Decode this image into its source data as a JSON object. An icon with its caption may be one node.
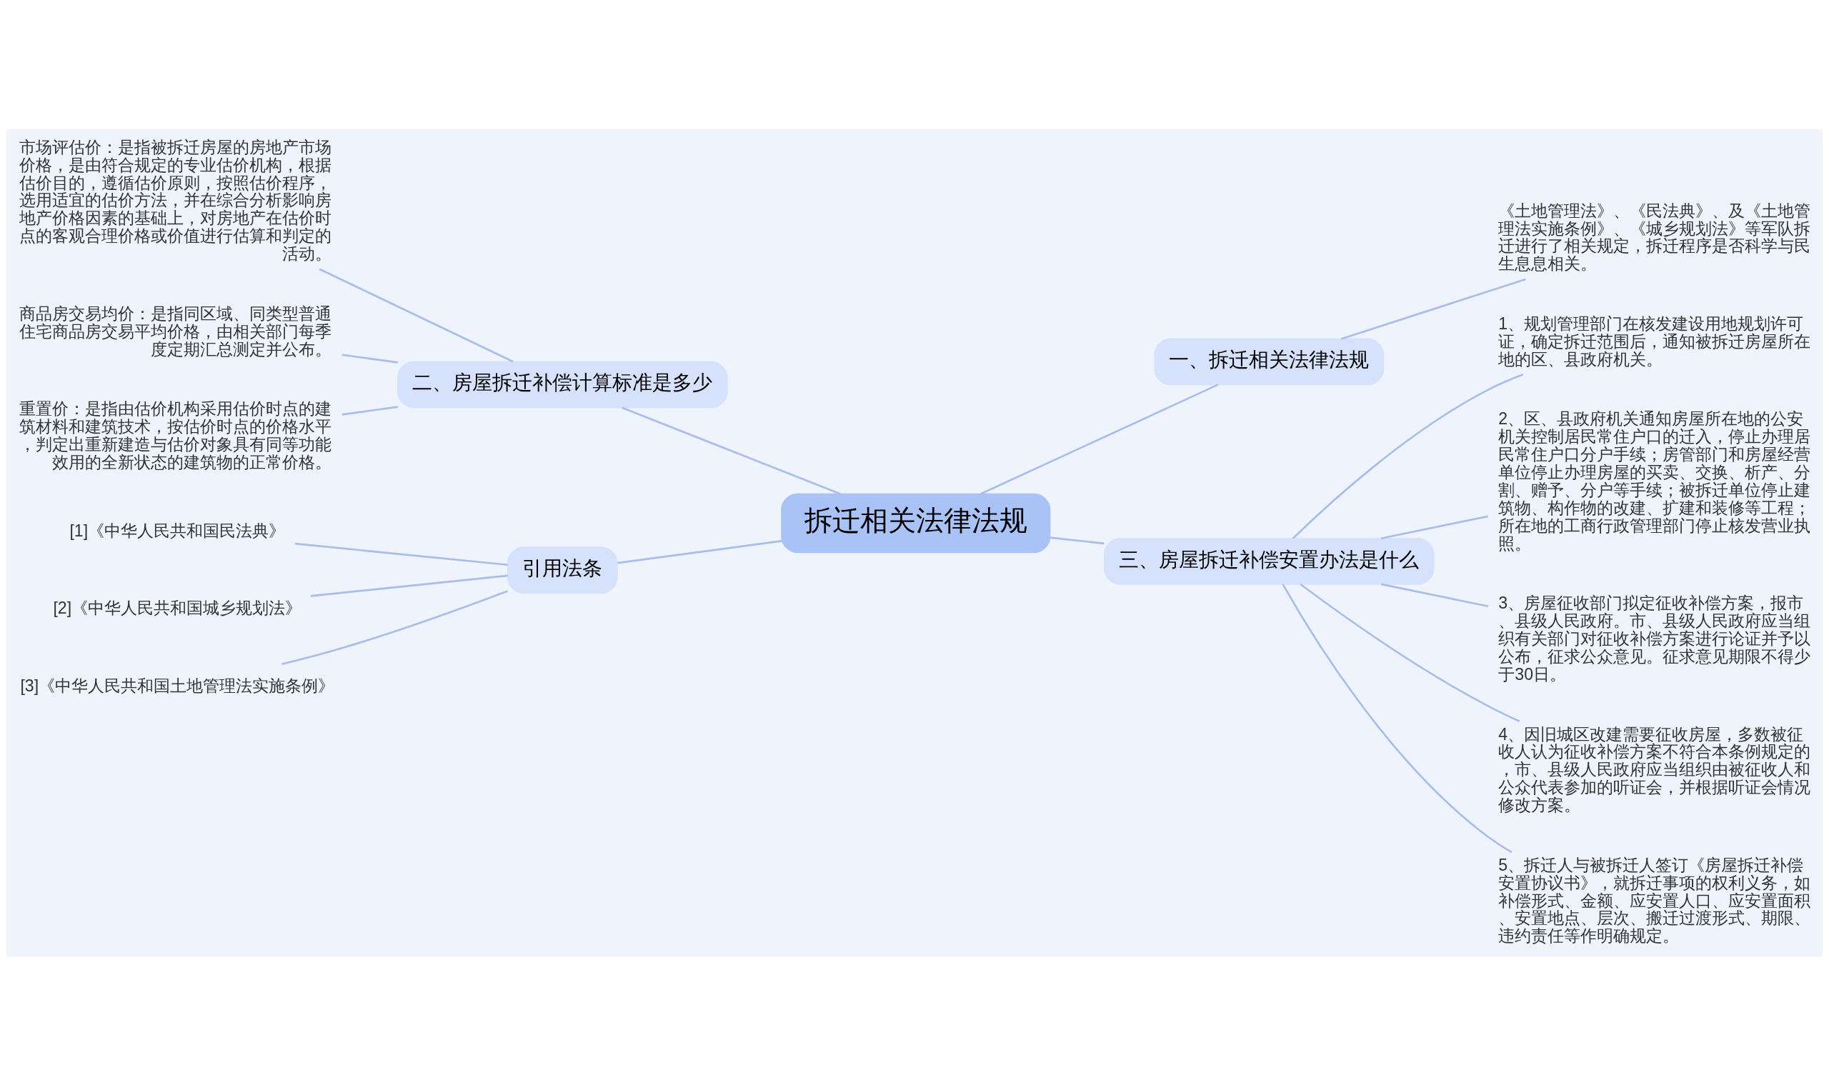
{
  "diagram": {
    "nodes": [
      {
        "text": [
          "拆迁相关法律法规"
        ]
      },
      {
        "text": [
          "一、拆迁相关法律法规"
        ]
      },
      {
        "text": [
          "《土地管理法》、《民法典》、及《土地管理法实施条例》、《城乡规划法》等军队拆迁进行了相关规定，拆迁程序是否科学与民生息息相关。"
        ]
      },
      {
        "text": [
          "三、房屋拆迁补偿安置办法是什么"
        ]
      },
      {
        "text": [
          "1、规划管理部门在核发建设用地规划许可证，确定拆迁范围后，通知被拆迁房屋所在地的区、县政府机关。"
        ]
      },
      {
        "text": [
          "2、区、县政府机关通知房屋所在地的公安机关控制居民常住户口的迁入，停止办理居民常住户口分户手续；房管部门和房屋经营单位停止办理房屋的买卖、交换、析产、分割、赠予、分户等手续；被拆迁单位停止建筑物、构作物的改建、扩建和装修等工程；所在地的工商行政管理部门停止核发营业执照。"
        ]
      },
      {
        "text": [
          "3、房屋征收部门拟定征收补偿方案，报市、县级人民政府。市、县级人民政府应当组织有关部门对征收补偿方案进行论证并予以公布，征求公众意见。征求意见期限不得少于30日。"
        ]
      },
      {
        "text": [
          "4、因旧城区改建需要征收房屋，多数被征收人认为征收补偿方案不符合本条例规定的，市、县级人民政府应当组织由被征收人和公众代表参加的听证会，并根据听证会情况修改方案。"
        ]
      },
      {
        "text": [
          "5、拆迁人与被拆迁人签订《房屋拆迁补偿安置协议书》，就拆迁事项的权利义务，如补偿形式、金额、应安置人口、应安置面积、安置地点、层次、搬迁过渡形式、期限、违约责任等作明确规定。"
        ]
      },
      {
        "text": [
          "二、房屋拆迁补偿计算标准是多少"
        ]
      },
      {
        "text": [
          "市场评估价：是指被拆迁房屋的房地产市场价格，是由符合规定的专业估价机构，根据估价目的，遵循估价原则，按照估价程序，选用适宜的估价方法，并在综合分析影响房地产价格因素的基础上，对房地产在估价时点的客观合理价格或价值进行估算和判定的活动。"
        ]
      },
      {
        "text": [
          "商品房交易均价：是指同区域、同类型普通住宅商品房交易平均价格，由相关部门每季度定期汇总测定并公布。"
        ]
      },
      {
        "text": [
          "重置价：是指由估价机构采用估价时点的建筑材料和建筑技术，按估价时点的价格水平，判定出重新建造与估价对象具有同等功能效用的全新状态的建筑物的正常价格。"
        ]
      },
      {
        "text": [
          "引用法条"
        ]
      },
      {
        "text": [
          "[1]《中华人民共和国民法典》"
        ]
      },
      {
        "text": [
          "[2]《中华人民共和国城乡规划法》"
        ]
      },
      {
        "text": [
          "[3]《中华人民共和国土地管理法实施条例》"
        ]
      }
    ],
    "edges": [
      {
        "from": 0,
        "to": 1,
        "arrow": "none"
      },
      {
        "from": 1,
        "to": 2,
        "arrow": "none"
      },
      {
        "from": 0,
        "to": 3,
        "arrow": "none"
      },
      {
        "from": 3,
        "to": 4,
        "arrow": "none"
      },
      {
        "from": 3,
        "to": 5,
        "arrow": "none"
      },
      {
        "from": 3,
        "to": 6,
        "arrow": "none"
      },
      {
        "from": 3,
        "to": 7,
        "arrow": "none"
      },
      {
        "from": 3,
        "to": 8,
        "arrow": "none"
      },
      {
        "from": 0,
        "to": 9,
        "arrow": "none"
      },
      {
        "from": 9,
        "to": 10,
        "arrow": "none"
      },
      {
        "from": 9,
        "to": 11,
        "arrow": "none"
      },
      {
        "from": 9,
        "to": 12,
        "arrow": "none"
      },
      {
        "from": 0,
        "to": 13,
        "arrow": "none"
      },
      {
        "from": 13,
        "to": 14,
        "arrow": "none"
      },
      {
        "from": 13,
        "to": 15,
        "arrow": "none"
      },
      {
        "from": 13,
        "to": 16,
        "arrow": "none"
      }
    ]
  }
}
